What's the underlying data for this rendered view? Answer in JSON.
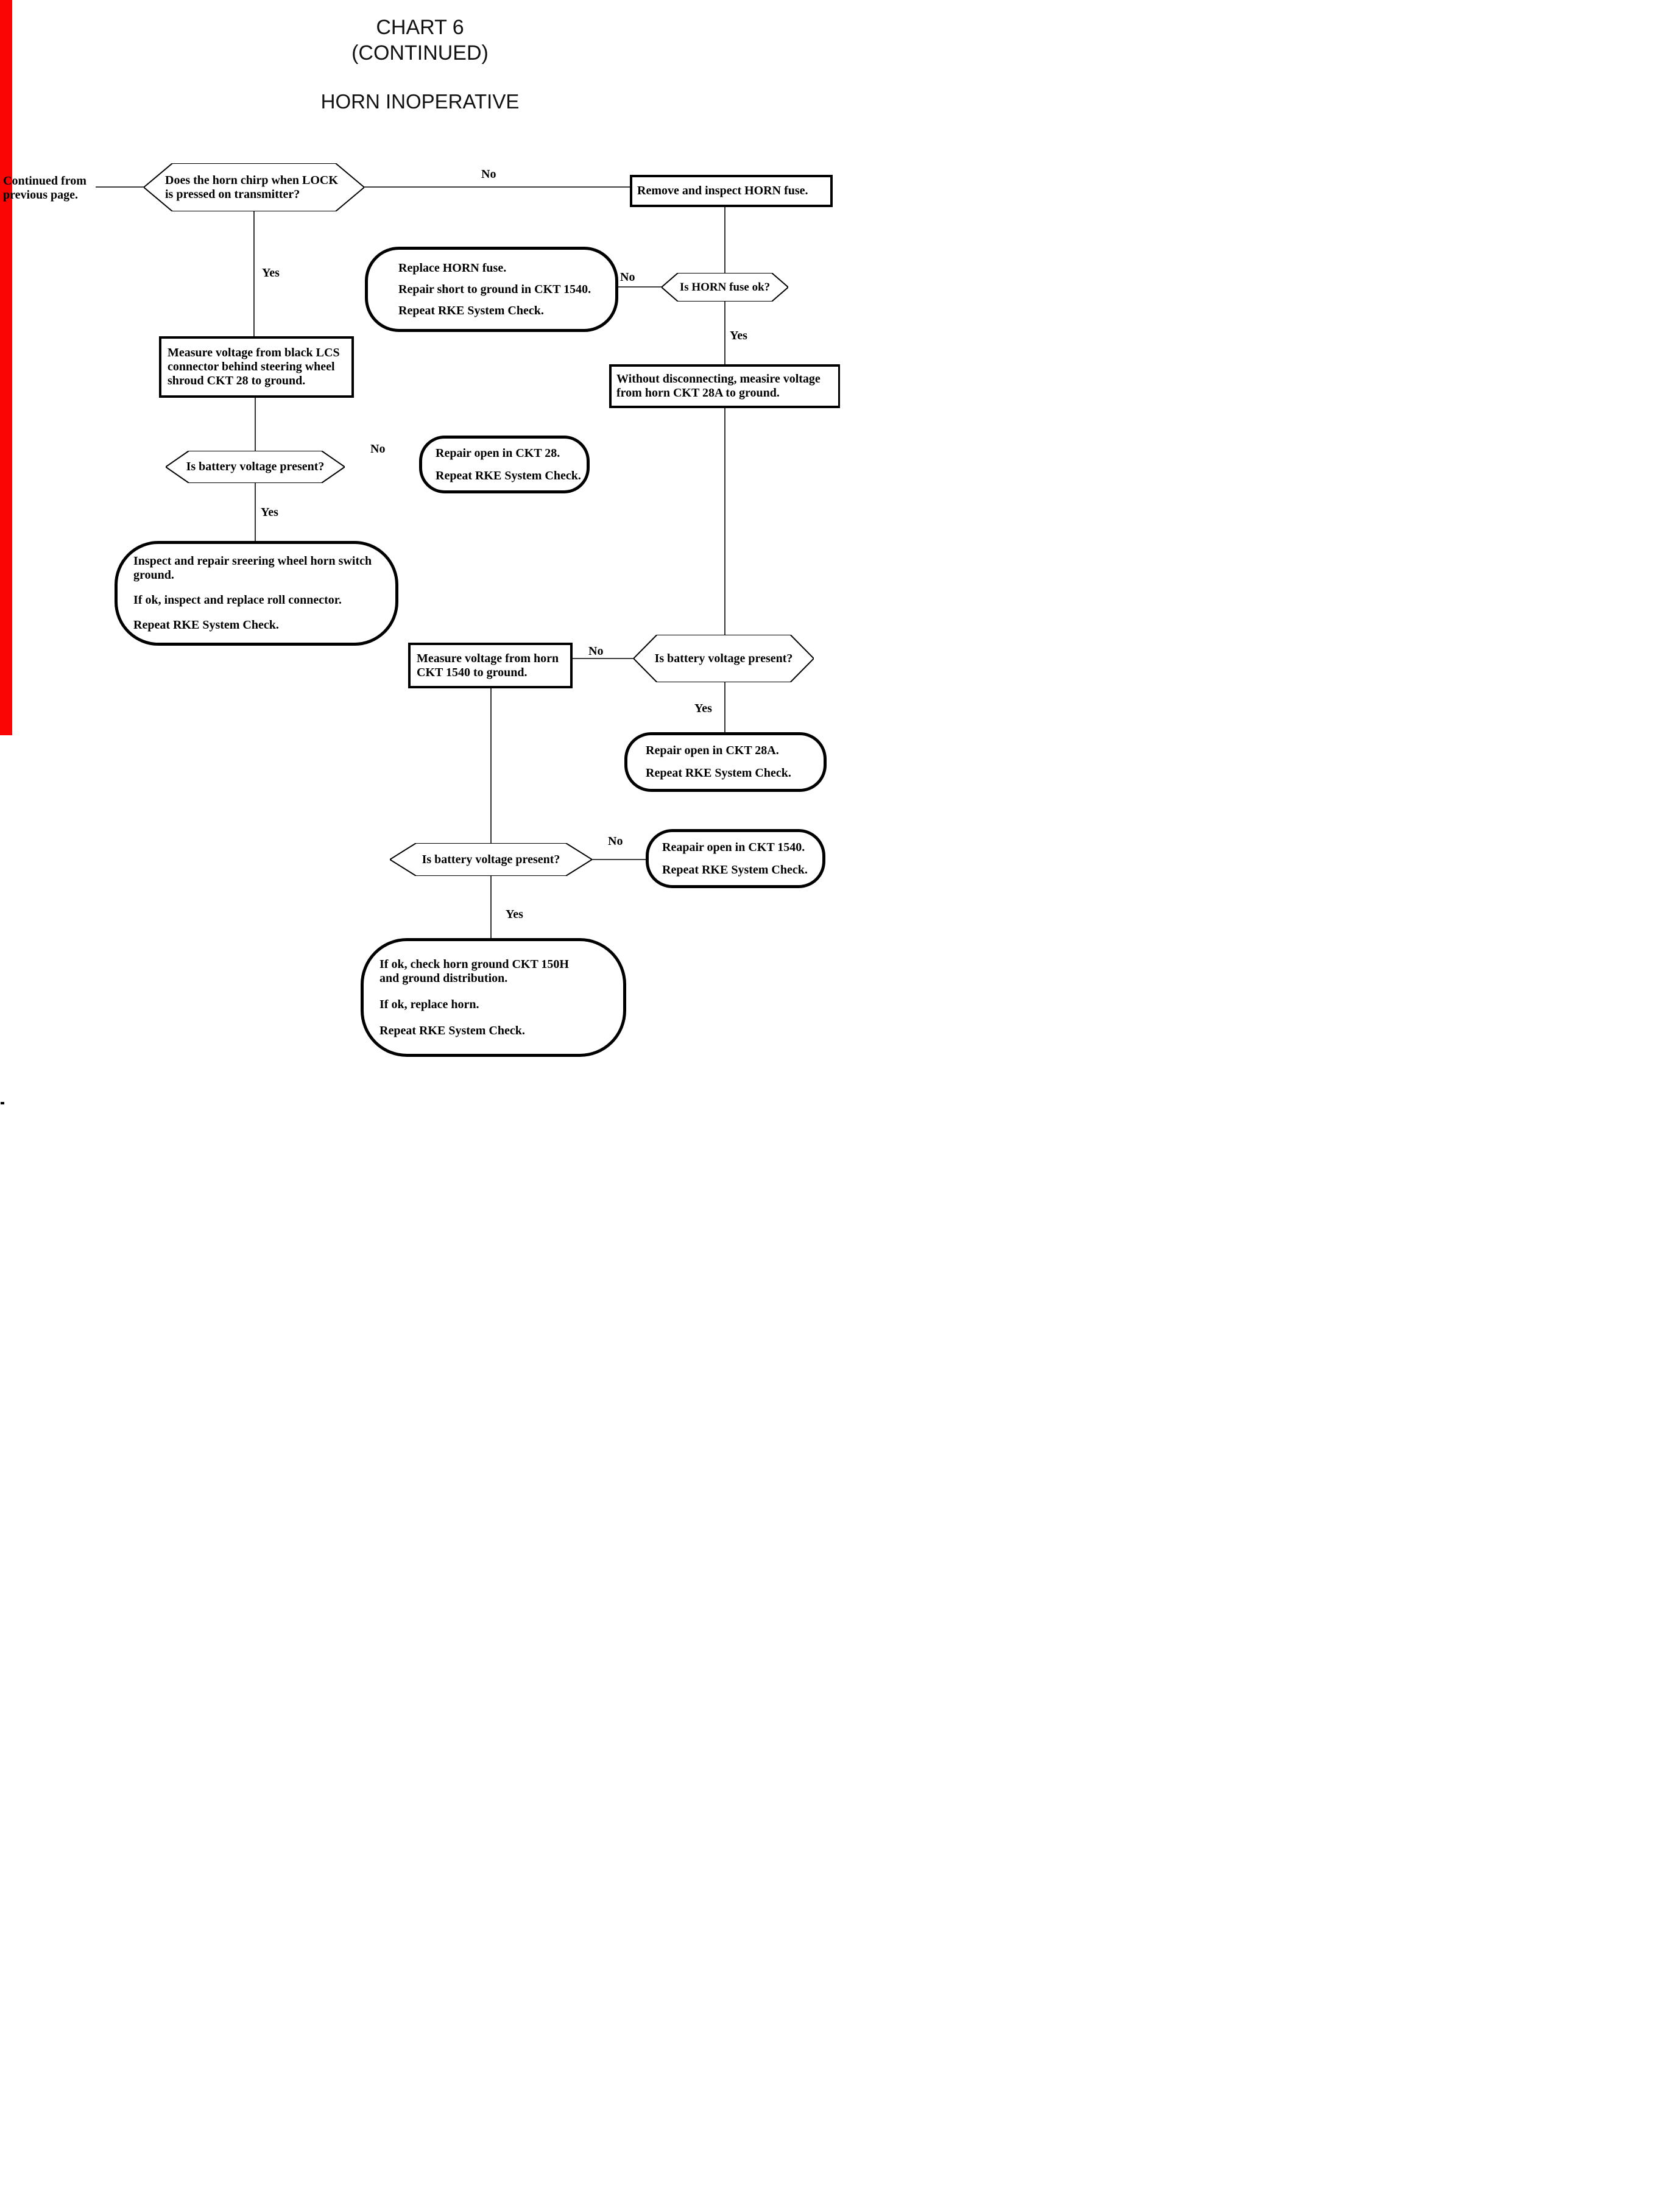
{
  "page": {
    "title_line1": "CHART 6",
    "title_line2": "(CONTINUED)",
    "subtitle": "HORN INOPERATIVE",
    "red_bar_color": "#fa0404"
  },
  "start": {
    "line1": "Continued from",
    "line2": "previous page."
  },
  "nodes": {
    "q_chirp": {
      "text": "Does the horn chirp when LOCK is pressed on transmitter?"
    },
    "remove_fuse": {
      "text": "Remove and inspect HORN fuse."
    },
    "replace_fuse": {
      "lines": [
        "Replace HORN fuse.",
        "Repair short to ground in CKT 1540.",
        "Repeat RKE System Check."
      ]
    },
    "q_fuse_ok": {
      "text": "Is HORN fuse ok?"
    },
    "measure_lcs": {
      "text": "Measure voltage from black LCS connector behind steering wheel shroud CKT 28 to ground."
    },
    "without_disconnecting": {
      "text": "Without disconnecting, measire voltage from horn CKT 28A to ground."
    },
    "q_battery_1": {
      "text": "Is battery voltage present?"
    },
    "repair_ckt28": {
      "lines": [
        "Repair open in CKT 28.",
        "Repeat RKE System Check."
      ]
    },
    "inspect_steering": {
      "lines": [
        "Inspect and repair sreering wheel horn switch ground.",
        "If ok, inspect and replace roll connector.",
        "Repeat RKE System Check."
      ]
    },
    "measure_1540": {
      "text": "Measure voltage from horn CKT 1540 to ground."
    },
    "q_battery_2": {
      "text": "Is battery voltage present?"
    },
    "repair_ckt28a": {
      "lines": [
        "Repair open in CKT 28A.",
        "Repeat RKE System Check."
      ]
    },
    "q_battery_3": {
      "text": "Is battery voltage present?"
    },
    "repair_ckt1540": {
      "lines": [
        "Reapair open in CKT 1540.",
        "Repeat RKE System Check."
      ]
    },
    "check_ground": {
      "lines": [
        "If ok, check horn ground CKT 150H and ground distribution.",
        "If ok, replace horn.",
        "Repeat RKE System Check."
      ]
    }
  },
  "edge_labels": {
    "no1": "No",
    "yes1": "Yes",
    "no2": "No",
    "yes2": "Yes",
    "no3": "No",
    "yes3": "Yes",
    "no4": "No",
    "yes4": "Yes",
    "no5": "No",
    "yes5": "Yes"
  }
}
